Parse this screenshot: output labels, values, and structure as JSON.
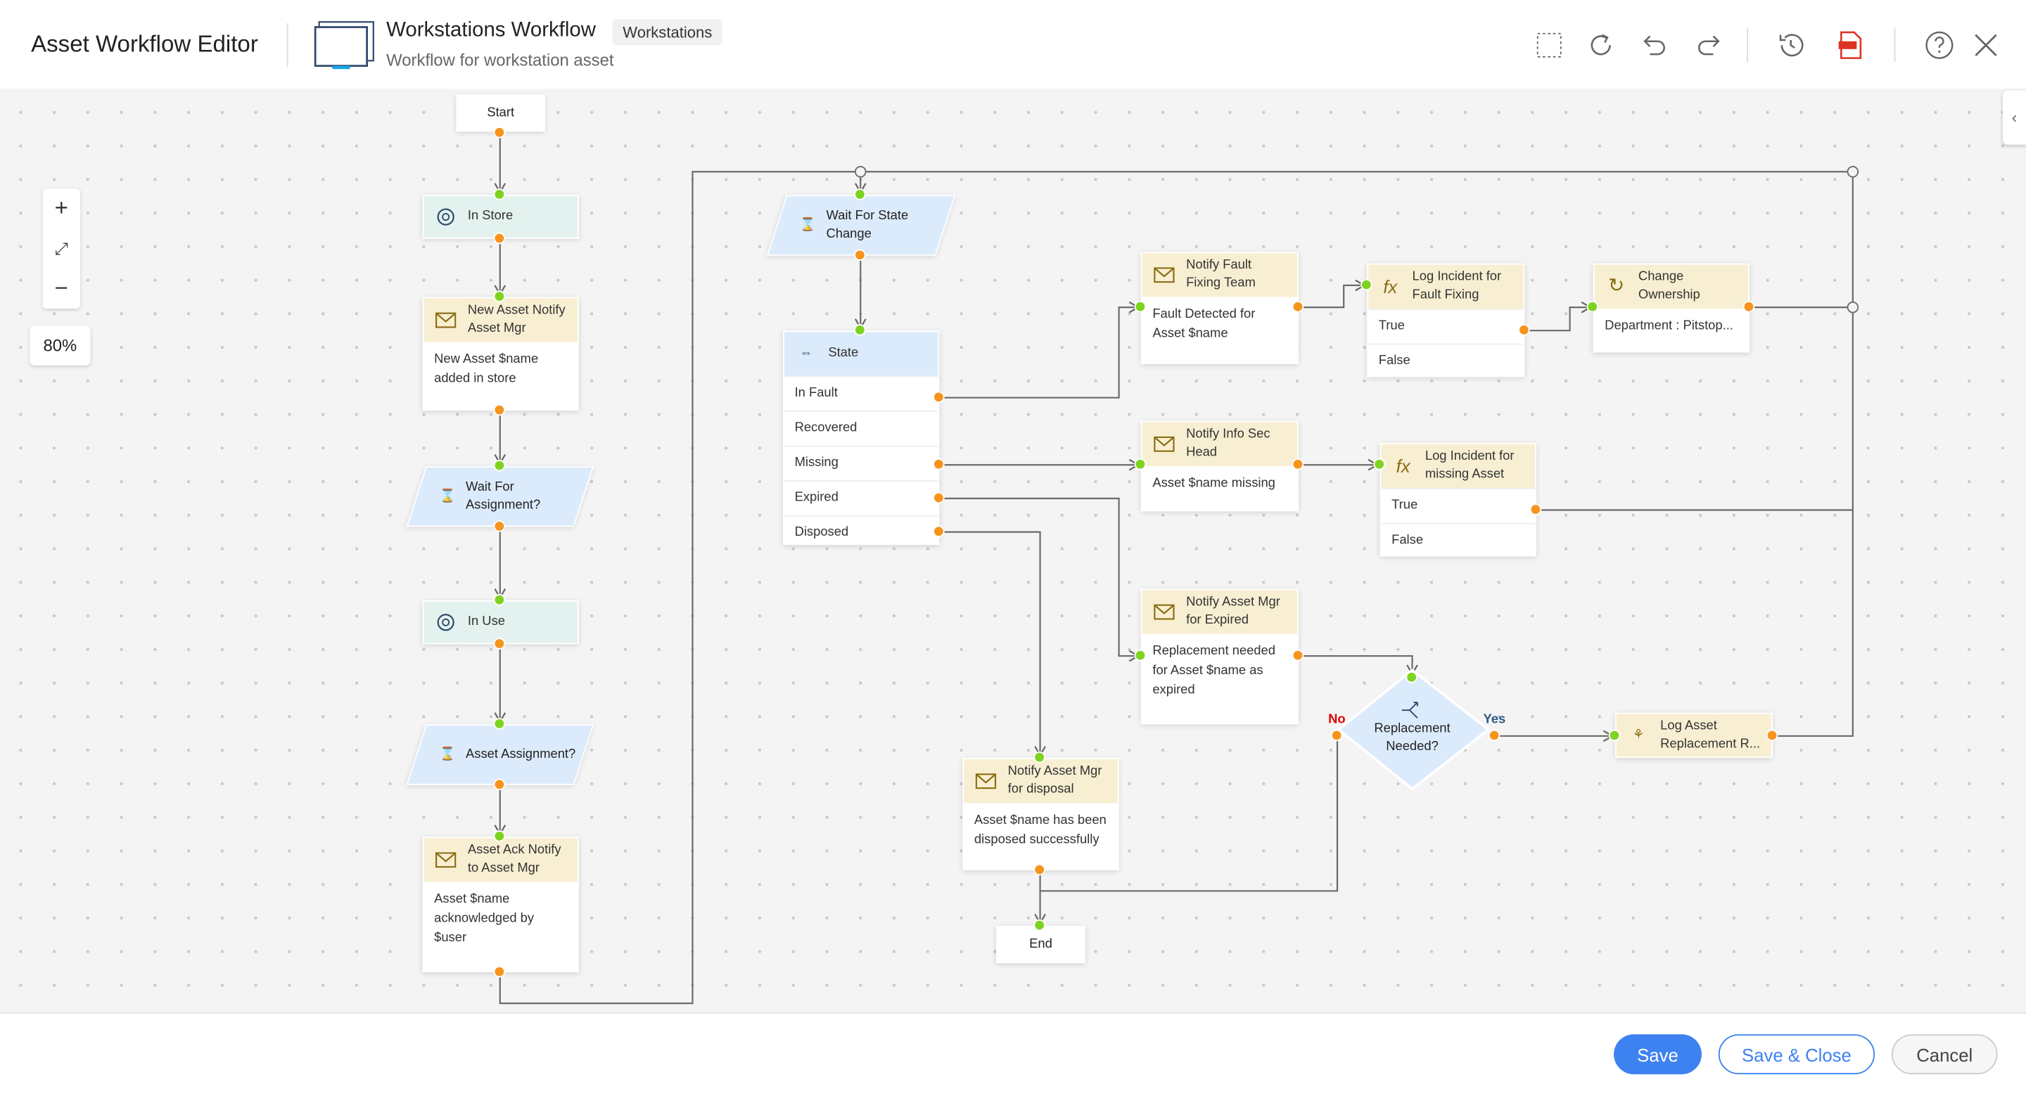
{
  "header": {
    "app_title": "Asset Workflow Editor",
    "workflow_title": "Workstations Workflow",
    "workflow_tag": "Workstations",
    "workflow_description": "Workflow for workstation asset",
    "toolbar_icons": [
      "select-icon",
      "refresh-icon",
      "undo-icon",
      "redo-icon",
      "history-icon",
      "pdf-icon",
      "help-icon",
      "close-icon"
    ]
  },
  "zoom": {
    "level": "80%",
    "zoom_in": "+",
    "zoom_out": "−"
  },
  "nodes": {
    "start": "Start",
    "end": "End",
    "in_store": "In Store",
    "new_asset": {
      "title": "New Asset Notify Asset Mgr",
      "body": "New  Asset $name added in store"
    },
    "wait_assign": "Wait For Assignment?",
    "in_use": "In Use",
    "asset_assign": "Asset Assignment?",
    "asset_ack": {
      "title": "Asset Ack Notify to Asset Mgr",
      "body": "Asset $name acknowledged by $user"
    },
    "wait_state": "Wait For State Change",
    "state": {
      "title": "State",
      "rows": [
        "In Fault",
        "Recovered",
        "Missing",
        "Expired",
        "Disposed"
      ]
    },
    "notify_fault": {
      "title": "Notify Fault Fixing Team",
      "body": "Fault Detected for Asset $name"
    },
    "log_fault": {
      "title": "Log Incident for Fault Fixing",
      "rows": [
        "True",
        "False"
      ]
    },
    "change_owner": {
      "title": "Change Ownership",
      "body": "Department : Pitstop..."
    },
    "notify_infosec": {
      "title": "Notify Info Sec Head",
      "body": "Asset $name  missing"
    },
    "log_missing": {
      "title": "Log Incident for missing Asset",
      "rows": [
        "True",
        "False"
      ]
    },
    "notify_expired": {
      "title": "Notify Asset Mgr for Expired",
      "body": "Replacement needed for Asset $name as expired"
    },
    "decision": {
      "title": "Replacement Needed?",
      "yes": "Yes",
      "no": "No"
    },
    "log_replacement": "Log Asset Replacement R...",
    "notify_disposal": {
      "title": "Notify Asset Mgr for disposal",
      "body": "Asset $name has been disposed successfully"
    }
  },
  "colors": {
    "accent": "#3d82f0",
    "input_port": "#7ed321",
    "output_port": "#f7941d",
    "yes": "#2a5a86",
    "no": "#e00000"
  },
  "footer": {
    "save": "Save",
    "save_close": "Save & Close",
    "cancel": "Cancel"
  }
}
